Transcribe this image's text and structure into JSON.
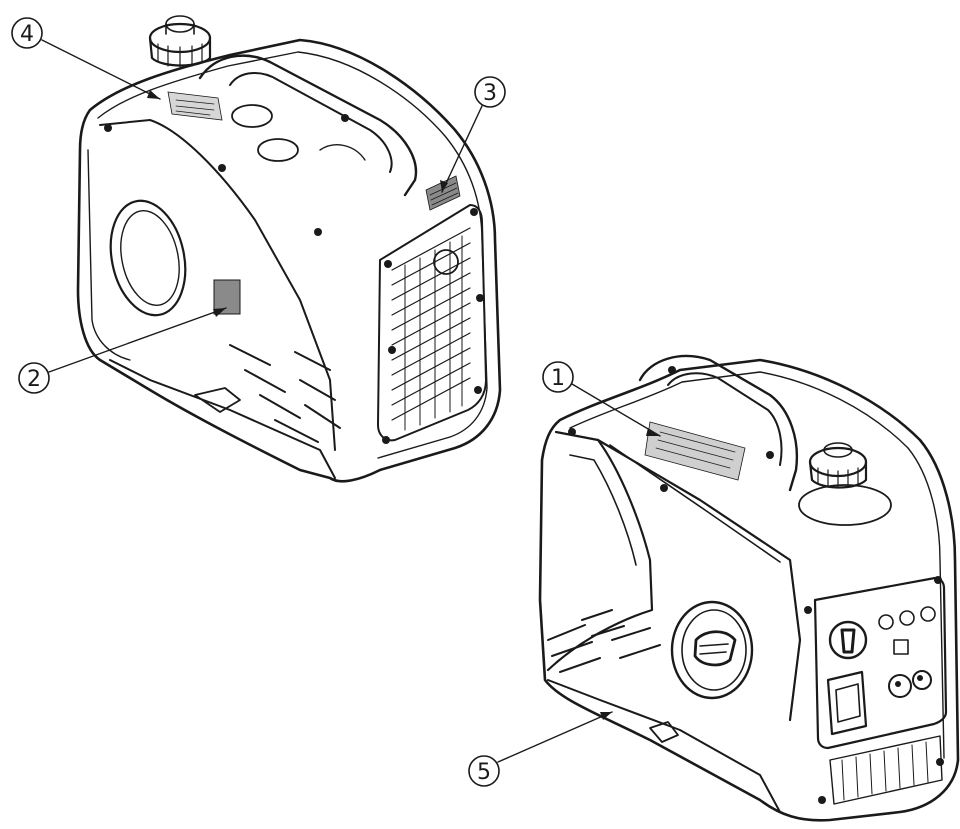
{
  "callouts": [
    {
      "id": "1",
      "label": "1"
    },
    {
      "id": "2",
      "label": "2"
    },
    {
      "id": "3",
      "label": "3"
    },
    {
      "id": "4",
      "label": "4"
    },
    {
      "id": "5",
      "label": "5"
    }
  ],
  "colors": {
    "line": "#1a1a1a",
    "background": "#ffffff",
    "label_patch": "#cfcfcf",
    "dark_patch": "#8a8a8a"
  }
}
